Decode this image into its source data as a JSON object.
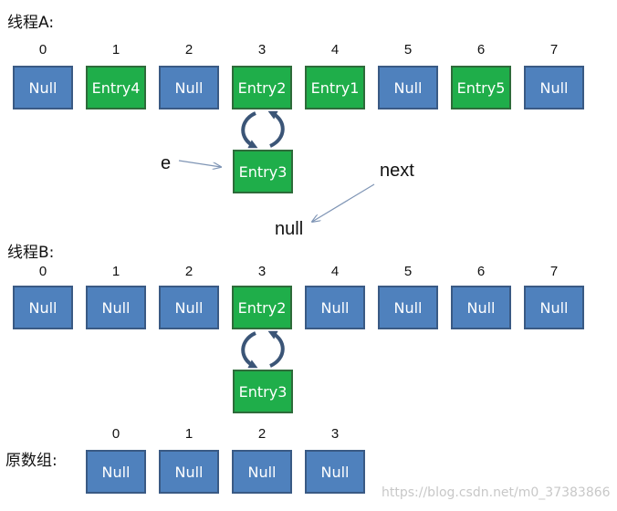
{
  "sections": {
    "thread_a": {
      "title": "线程A:",
      "indices": [
        "0",
        "1",
        "2",
        "3",
        "4",
        "5",
        "6",
        "7"
      ],
      "cells": [
        {
          "label": "Null",
          "kind": "null"
        },
        {
          "label": "Entry4",
          "kind": "entry"
        },
        {
          "label": "Null",
          "kind": "null"
        },
        {
          "label": "Entry2",
          "kind": "entry"
        },
        {
          "label": "Entry1",
          "kind": "entry"
        },
        {
          "label": "Null",
          "kind": "null"
        },
        {
          "label": "Entry5",
          "kind": "entry"
        },
        {
          "label": "Null",
          "kind": "null"
        }
      ],
      "chain_entry": "Entry3",
      "e_label": "e",
      "next_label": "next",
      "null_label": "null"
    },
    "thread_b": {
      "title": "线程B:",
      "indices": [
        "0",
        "1",
        "2",
        "3",
        "4",
        "5",
        "6",
        "7"
      ],
      "cells": [
        {
          "label": "Null",
          "kind": "null"
        },
        {
          "label": "Null",
          "kind": "null"
        },
        {
          "label": "Null",
          "kind": "null"
        },
        {
          "label": "Entry2",
          "kind": "entry"
        },
        {
          "label": "Null",
          "kind": "null"
        },
        {
          "label": "Null",
          "kind": "null"
        },
        {
          "label": "Null",
          "kind": "null"
        },
        {
          "label": "Null",
          "kind": "null"
        }
      ],
      "chain_entry": "Entry3"
    },
    "original": {
      "title": "原数组:",
      "indices": [
        "0",
        "1",
        "2",
        "3"
      ],
      "cells": [
        {
          "label": "Null",
          "kind": "null"
        },
        {
          "label": "Null",
          "kind": "null"
        },
        {
          "label": "Null",
          "kind": "null"
        },
        {
          "label": "Null",
          "kind": "null"
        }
      ]
    }
  },
  "watermark": "https://blog.csdn.net/m0_37383866",
  "colors": {
    "null_fill": "#4f81bd",
    "entry_fill": "#1fae4a",
    "arrow": "#7f95b5",
    "cycle_arrow": "#3b5577"
  }
}
